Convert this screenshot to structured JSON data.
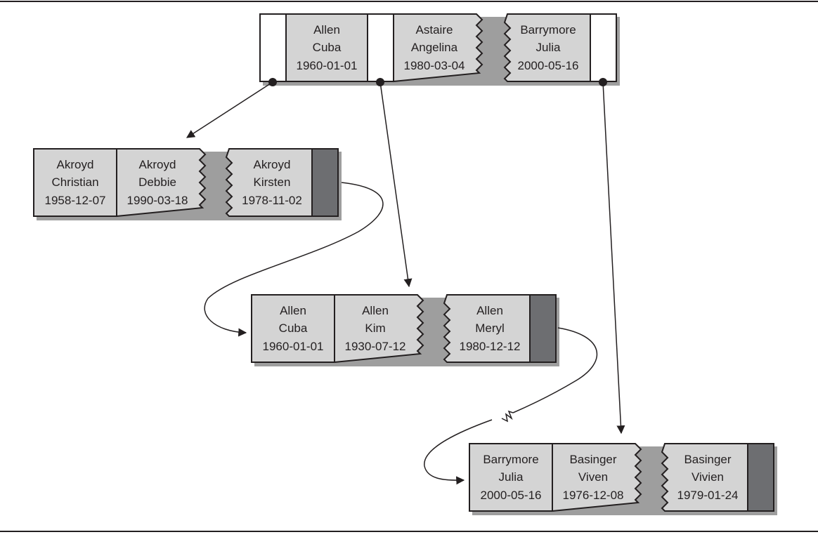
{
  "diagram": {
    "colors": {
      "cell_fill": "#d4d4d4",
      "pointer_fill": "#ffffff",
      "next_pointer_fill": "#6d6e71",
      "line": "#231f20",
      "shadow": "#9e9e9e"
    },
    "root_node": {
      "entries": [
        {
          "last_name": "Allen",
          "first_name": "Cuba",
          "dob": "1960-01-01"
        },
        {
          "last_name": "Astaire",
          "first_name": "Angelina",
          "dob": "1980-03-04"
        },
        {
          "last_name": "Barrymore",
          "first_name": "Julia",
          "dob": "2000-05-16"
        }
      ]
    },
    "leaf_nodes": [
      {
        "entries": [
          {
            "last_name": "Akroyd",
            "first_name": "Christian",
            "dob": "1958-12-07"
          },
          {
            "last_name": "Akroyd",
            "first_name": "Debbie",
            "dob": "1990-03-18"
          },
          {
            "last_name": "Akroyd",
            "first_name": "Kirsten",
            "dob": "1978-11-02"
          }
        ]
      },
      {
        "entries": [
          {
            "last_name": "Allen",
            "first_name": "Cuba",
            "dob": "1960-01-01"
          },
          {
            "last_name": "Allen",
            "first_name": "Kim",
            "dob": "1930-07-12"
          },
          {
            "last_name": "Allen",
            "first_name": "Meryl",
            "dob": "1980-12-12"
          }
        ]
      },
      {
        "entries": [
          {
            "last_name": "Barrymore",
            "first_name": "Julia",
            "dob": "2000-05-16"
          },
          {
            "last_name": "Basinger",
            "first_name": "Viven",
            "dob": "1976-12-08"
          },
          {
            "last_name": "Basinger",
            "first_name": "Vivien",
            "dob": "1979-01-24"
          }
        ]
      }
    ]
  }
}
